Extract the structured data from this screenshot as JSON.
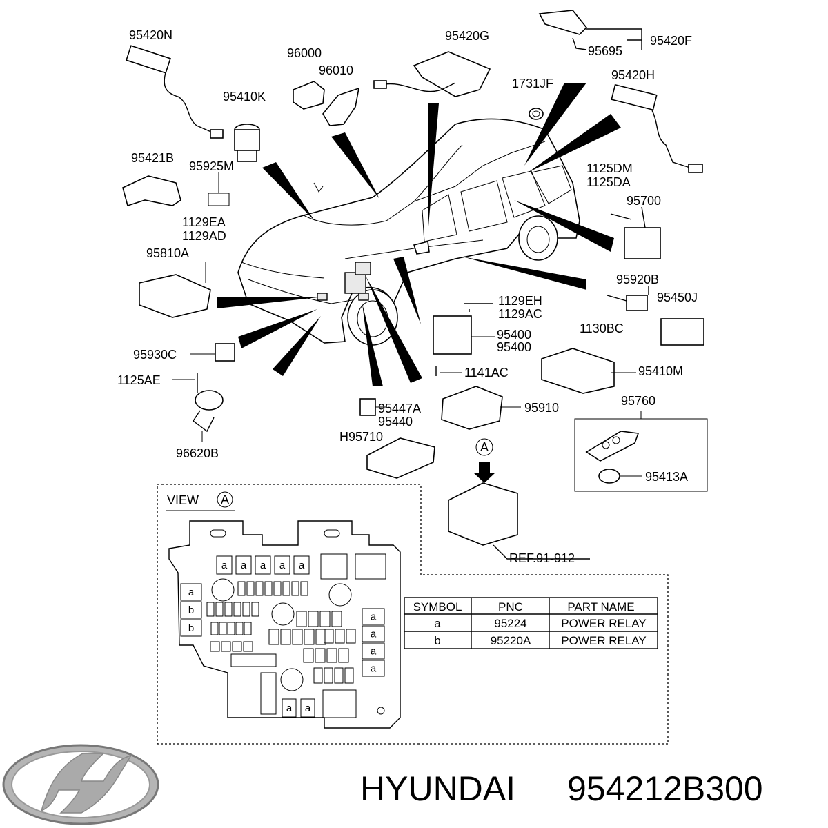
{
  "labels": {
    "p95420N": "95420N",
    "p96000": "96000",
    "p96010": "96010",
    "p95410K": "95410K",
    "p95420G": "95420G",
    "p95695": "95695",
    "p95420F": "95420F",
    "p1731JF": "1731JF",
    "p95420H": "95420H",
    "p95421B": "95421B",
    "p95925M": "95925M",
    "p1125DM": "1125DM",
    "p1125DA": "1125DA",
    "p95700": "95700",
    "p1129EA": "1129EA",
    "p1129AD": "1129AD",
    "p95810A": "95810A",
    "p95920B": "95920B",
    "p95450J": "95450J",
    "p1129EH": "1129EH",
    "p1129AC": "1129AC",
    "p1130BC": "1130BC",
    "p95400a": "95400",
    "p95400b": "95400",
    "p95930C": "95930C",
    "p95410M": "95410M",
    "p1141AC": "1141AC",
    "p1125AE": "1125AE",
    "p95760": "95760",
    "p95447A": "95447A",
    "p95440": "95440",
    "p95910": "95910",
    "pH95710": "H95710",
    "p96620B": "96620B",
    "p95413A": "95413A",
    "view": "VIEW",
    "viewMark": "A",
    "arrowMark": "A",
    "ref": "REF.91-912"
  },
  "fuse_box": {
    "a": "a",
    "b": "b"
  },
  "table": {
    "headers": [
      "SYMBOL",
      "PNC",
      "PART NAME"
    ],
    "rows": [
      [
        "a",
        "95224",
        "POWER RELAY"
      ],
      [
        "b",
        "95220A",
        "POWER RELAY"
      ]
    ]
  },
  "footer": {
    "brand": "HYUNDAI",
    "part_number": "954212B300"
  }
}
